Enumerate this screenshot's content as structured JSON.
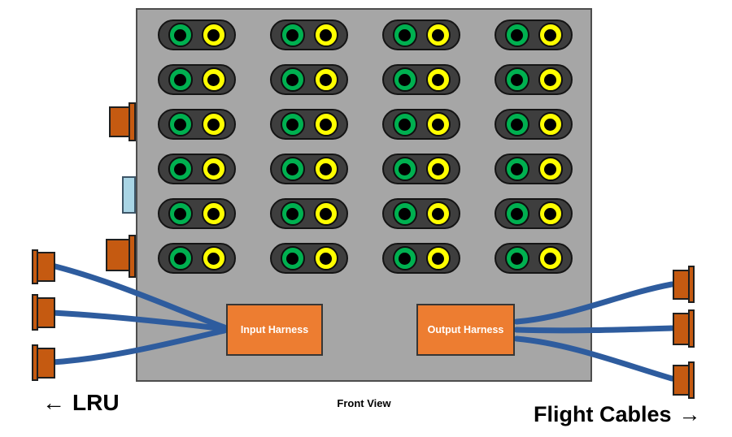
{
  "diagram": {
    "front_view_label": "Front View",
    "left_label": {
      "arrow": "←",
      "text": "LRU"
    },
    "right_label": {
      "text": "Flight Cables",
      "arrow": "→"
    },
    "input_harness_label": "Input Harness",
    "output_harness_label": "Output Harness"
  },
  "grid": {
    "rows": 6,
    "cols": 4,
    "socket_left_color": "#00B050",
    "socket_right_color": "#FFFF00"
  },
  "connectors": {
    "panel_side_orange_count": 2,
    "panel_side_blue_count": 1,
    "lru_side_count": 3,
    "flight_side_count": 3
  },
  "colors": {
    "panel_fill": "#A6A6A6",
    "panel_border": "#4D4D4D",
    "pill_fill": "#3E3E3E",
    "socket_green": "#00B050",
    "socket_yellow": "#FFFF00",
    "connector_orange": "#C55A11",
    "connector_blue": "#A9D5E5",
    "harness_orange": "#ED7D31",
    "cable_blue": "#2E5C9E",
    "harness_text": "#FFFFFF",
    "text_black": "#000000"
  }
}
